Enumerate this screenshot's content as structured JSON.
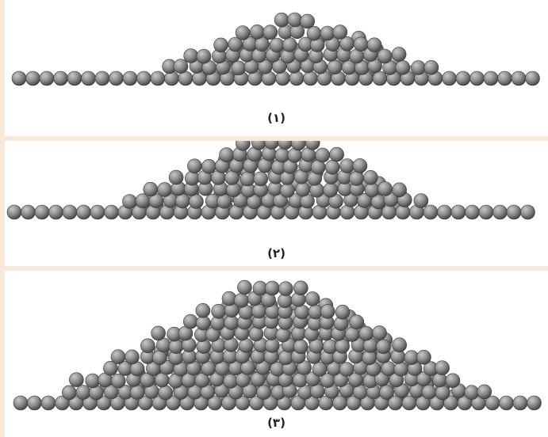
{
  "figure": {
    "panels": [
      {
        "caption": "(۱)",
        "shape": "low-mound-on-monolayer"
      },
      {
        "caption": "(۲)",
        "shape": "medium-heap-on-monolayer"
      },
      {
        "caption": "(۳)",
        "shape": "tall-triangular-pile"
      }
    ],
    "colors": {
      "background": "#f8e8d9",
      "panel": "#ffffff",
      "sphere_light": "#c9c9c9",
      "sphere_mid": "#8c8c8c",
      "sphere_dark": "#4a4a4a",
      "caption": "#222222"
    }
  }
}
